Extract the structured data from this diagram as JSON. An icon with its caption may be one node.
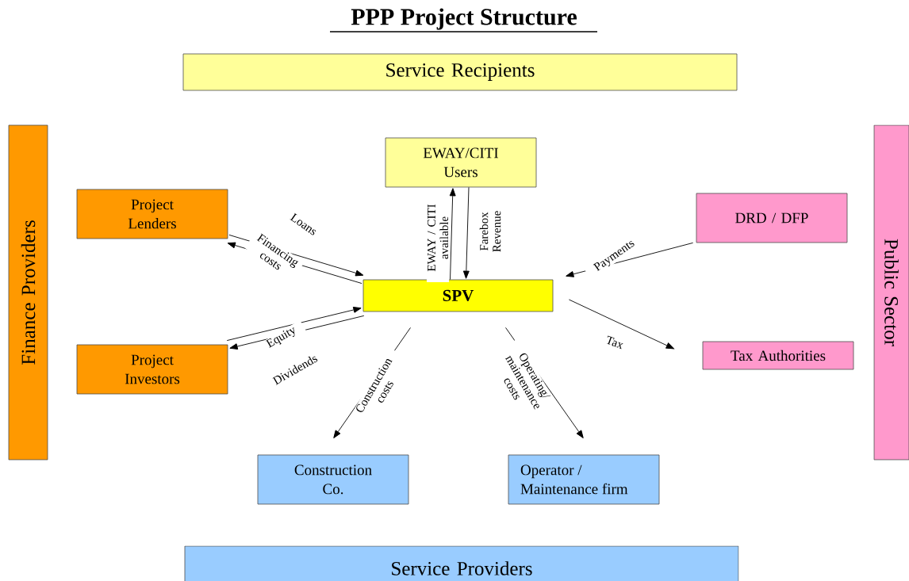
{
  "diagram": {
    "title": "PPP Project Structure",
    "nodes": [
      {
        "text": [
          "Service Recipients"
        ]
      },
      {
        "text": [
          "Finance Providers"
        ]
      },
      {
        "text": [
          "Public Sector"
        ]
      },
      {
        "text": [
          "EWAY/CITI Users"
        ]
      },
      {
        "text": [
          "Project Lenders"
        ]
      },
      {
        "text": [
          "DRD / DFP"
        ]
      },
      {
        "text": [
          "SPV"
        ]
      },
      {
        "text": [
          "Project Investors"
        ]
      },
      {
        "text": [
          "Tax Authorities"
        ]
      },
      {
        "text": [
          "Construction Co."
        ]
      },
      {
        "text": [
          "Operator / Maintenance firm"
        ]
      },
      {
        "text": [
          "Service Providers"
        ]
      }
    ],
    "edges": [
      {
        "from": 4,
        "to": 6,
        "arrow": "to",
        "label": "Loans"
      },
      {
        "from": 6,
        "to": 4,
        "arrow": "to",
        "label": "Financing costs"
      },
      {
        "from": 6,
        "to": 3,
        "arrow": "to",
        "label": "EWAY / CITI available"
      },
      {
        "from": 3,
        "to": 6,
        "arrow": "to",
        "label": "Farebox Revenue"
      },
      {
        "from": 5,
        "to": 6,
        "arrow": "to",
        "label": "Payments"
      },
      {
        "from": 7,
        "to": 6,
        "arrow": "to",
        "label": "Equity"
      },
      {
        "from": 6,
        "to": 7,
        "arrow": "to",
        "label": "Dividends"
      },
      {
        "from": 6,
        "to": 8,
        "arrow": "to",
        "label": "Tax"
      },
      {
        "from": 6,
        "to": 9,
        "arrow": "to",
        "label": "Construction costs"
      },
      {
        "from": 6,
        "to": 10,
        "arrow": "to",
        "label": "Operating/ maintenance costs"
      }
    ]
  }
}
